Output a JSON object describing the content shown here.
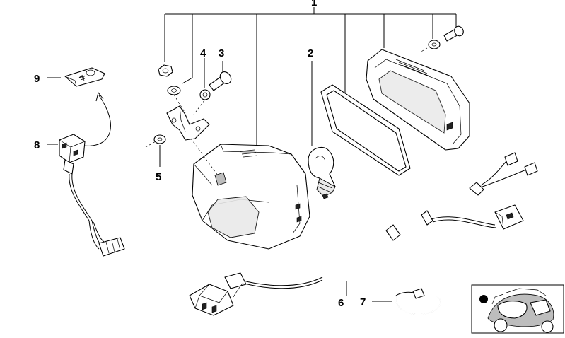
{
  "callouts": [
    {
      "id": "callout-1",
      "label": "1"
    },
    {
      "id": "callout-2",
      "label": "2"
    },
    {
      "id": "callout-3",
      "label": "3"
    },
    {
      "id": "callout-4",
      "label": "4"
    },
    {
      "id": "callout-5",
      "label": "5"
    },
    {
      "id": "callout-6",
      "label": "6"
    },
    {
      "id": "callout-7",
      "label": "7"
    },
    {
      "id": "callout-8",
      "label": "8"
    },
    {
      "id": "callout-9",
      "label": "9"
    }
  ],
  "colors": {
    "line": "#000000",
    "background": "#ffffff",
    "shade": "#e9e9e9"
  }
}
